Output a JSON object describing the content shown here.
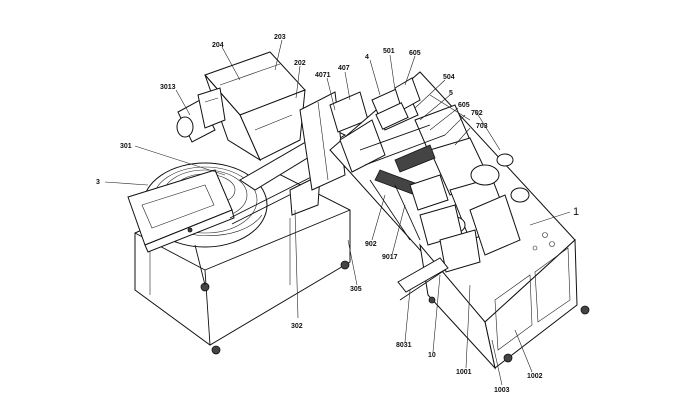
{
  "labels": {
    "l204": "204",
    "l203": "203",
    "l202": "202",
    "l3013": "3013",
    "l301": "301",
    "l3": "3",
    "l4071": "4071",
    "l407": "407",
    "l4": "4",
    "l501": "501",
    "l605a": "605",
    "l504": "504",
    "l5": "5",
    "l605b": "605",
    "l702": "702",
    "l703": "703",
    "l1": "1",
    "l902": "902",
    "l9017": "9017",
    "l305": "305",
    "l302": "302",
    "l8031": "8031",
    "l10": "10",
    "l1001": "1001",
    "l1003": "1003",
    "l1002": "1002"
  }
}
